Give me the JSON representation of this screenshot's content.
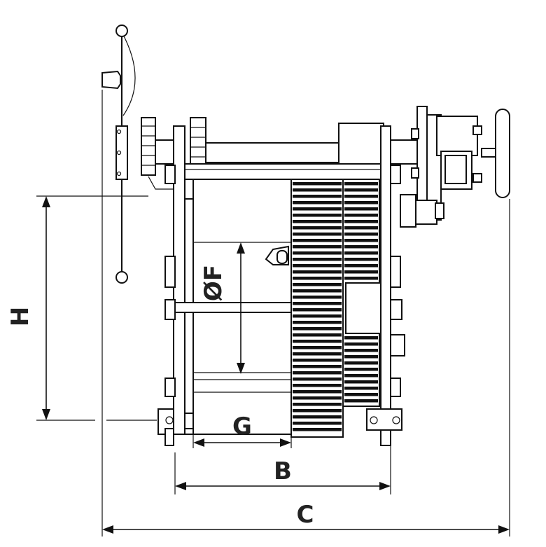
{
  "dimensions": {
    "H": "H",
    "F": "ØF",
    "G": "G",
    "B": "B",
    "C": "C"
  },
  "colors": {
    "line": "#111111",
    "label": "#222222",
    "background": "#ffffff"
  }
}
